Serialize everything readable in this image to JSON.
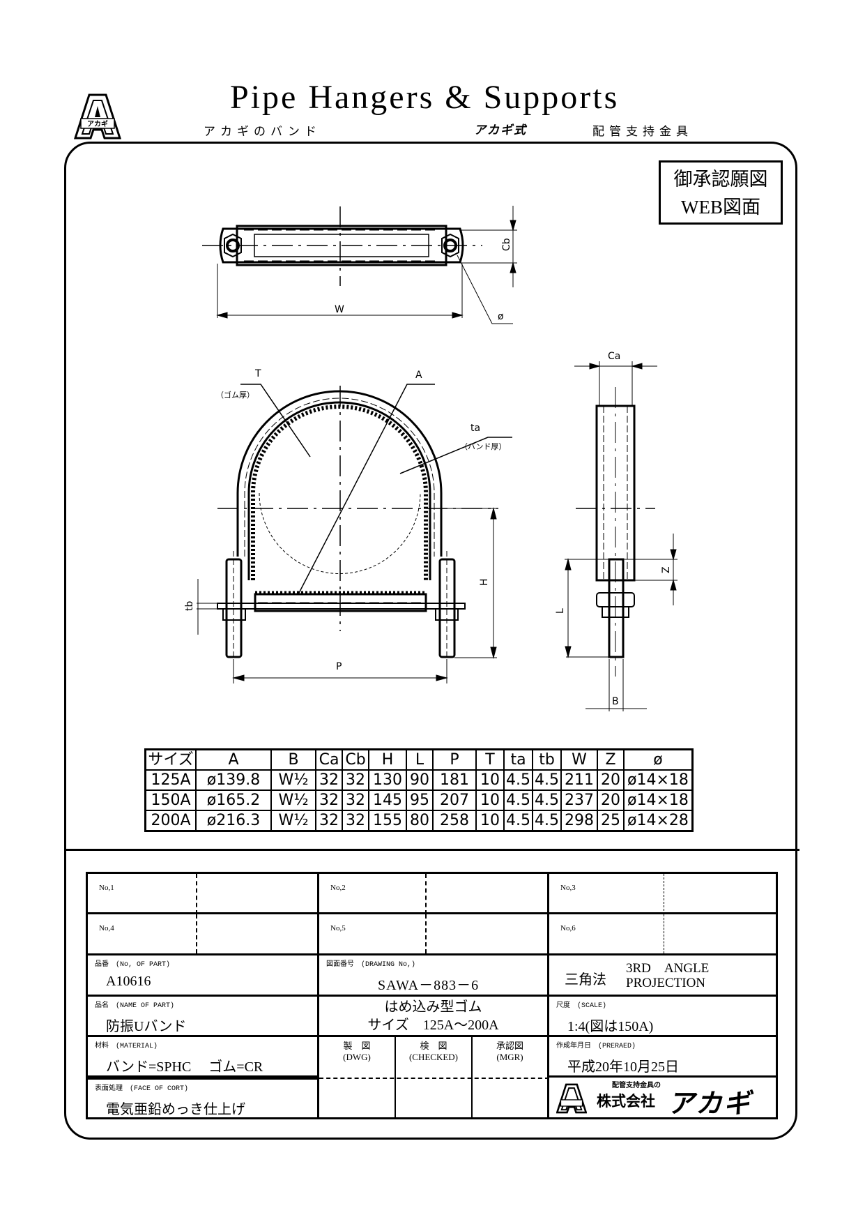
{
  "header": {
    "title": "Pipe Hangers & Supports",
    "subtitle_left": "アカギのバンド",
    "subtitle_brand": "アカギ式",
    "subtitle_right": "配管支持金具",
    "logo_text": "アカギ"
  },
  "stamp": {
    "line1": "御承認願図",
    "line2": "WEB図面"
  },
  "drawing_labels": {
    "top_view": {
      "W": "W",
      "Cb": "Cb",
      "phi": "ø"
    },
    "front_view": {
      "T": "T",
      "T_note": "（ゴム厚）",
      "A": "A",
      "ta": "ta",
      "ta_note": "（バンド厚）",
      "H": "H",
      "tb": "tb",
      "P": "P"
    },
    "side_view": {
      "Ca": "Ca",
      "Z": "Z",
      "L": "L",
      "B": "B"
    }
  },
  "dimension_table": {
    "headers": [
      "サイズ",
      "A",
      "B",
      "Ca",
      "Cb",
      "H",
      "L",
      "P",
      "T",
      "ta",
      "tb",
      "W",
      "Z",
      "ø"
    ],
    "rows": [
      [
        "125A",
        "ø139.8",
        "W½",
        "32",
        "32",
        "130",
        "90",
        "181",
        "10",
        "4.5",
        "4.5",
        "211",
        "20",
        "ø14×18"
      ],
      [
        "150A",
        "ø165.2",
        "W½",
        "32",
        "32",
        "145",
        "95",
        "207",
        "10",
        "4.5",
        "4.5",
        "237",
        "20",
        "ø14×18"
      ],
      [
        "200A",
        "ø216.3",
        "W½",
        "32",
        "32",
        "155",
        "80",
        "258",
        "10",
        "4.5",
        "4.5",
        "298",
        "25",
        "ø14×28"
      ]
    ]
  },
  "title_block": {
    "revisions": [
      "No,1",
      "No,2",
      "No,3",
      "No,4",
      "No,5",
      "No,6"
    ],
    "part_no": {
      "label": "品番　(No, OF PART)",
      "value": "A10616"
    },
    "drawing_no": {
      "label": "図面番号　(DRAWING No,)",
      "value": "SAWA－883－6"
    },
    "projection": {
      "jp": "三角法",
      "en1": "3RD　ANGLE",
      "en2": "PROJECTION"
    },
    "part_name": {
      "label": "品名　(NAME OF PART)",
      "value": "防振Uバンド"
    },
    "description": {
      "line1": "はめ込み型ゴム",
      "line2": "サイズ　125A～200A"
    },
    "scale": {
      "label": "尺度　(SCALE)",
      "value": "1:4(図は150A)"
    },
    "material": {
      "label": "材料　(MATERIAL)",
      "value": "バンド=SPHC　 ゴム=CR"
    },
    "signatures": [
      {
        "jp": "製　図",
        "en": "(DWG)"
      },
      {
        "jp": "検　図",
        "en": "(CHECKED)"
      },
      {
        "jp": "承認図",
        "en": "(MGR)"
      }
    ],
    "prepared": {
      "label": "作成年月日　(PRERAED)",
      "value": "平成20年10月25日"
    },
    "finish": {
      "label": "表面処理　(FACE OF CORT)",
      "value": "電気亜鉛めっき仕上げ"
    },
    "company": {
      "tagline": "配管支持金具の",
      "name": "株式会社",
      "brand": "アカギ"
    }
  }
}
